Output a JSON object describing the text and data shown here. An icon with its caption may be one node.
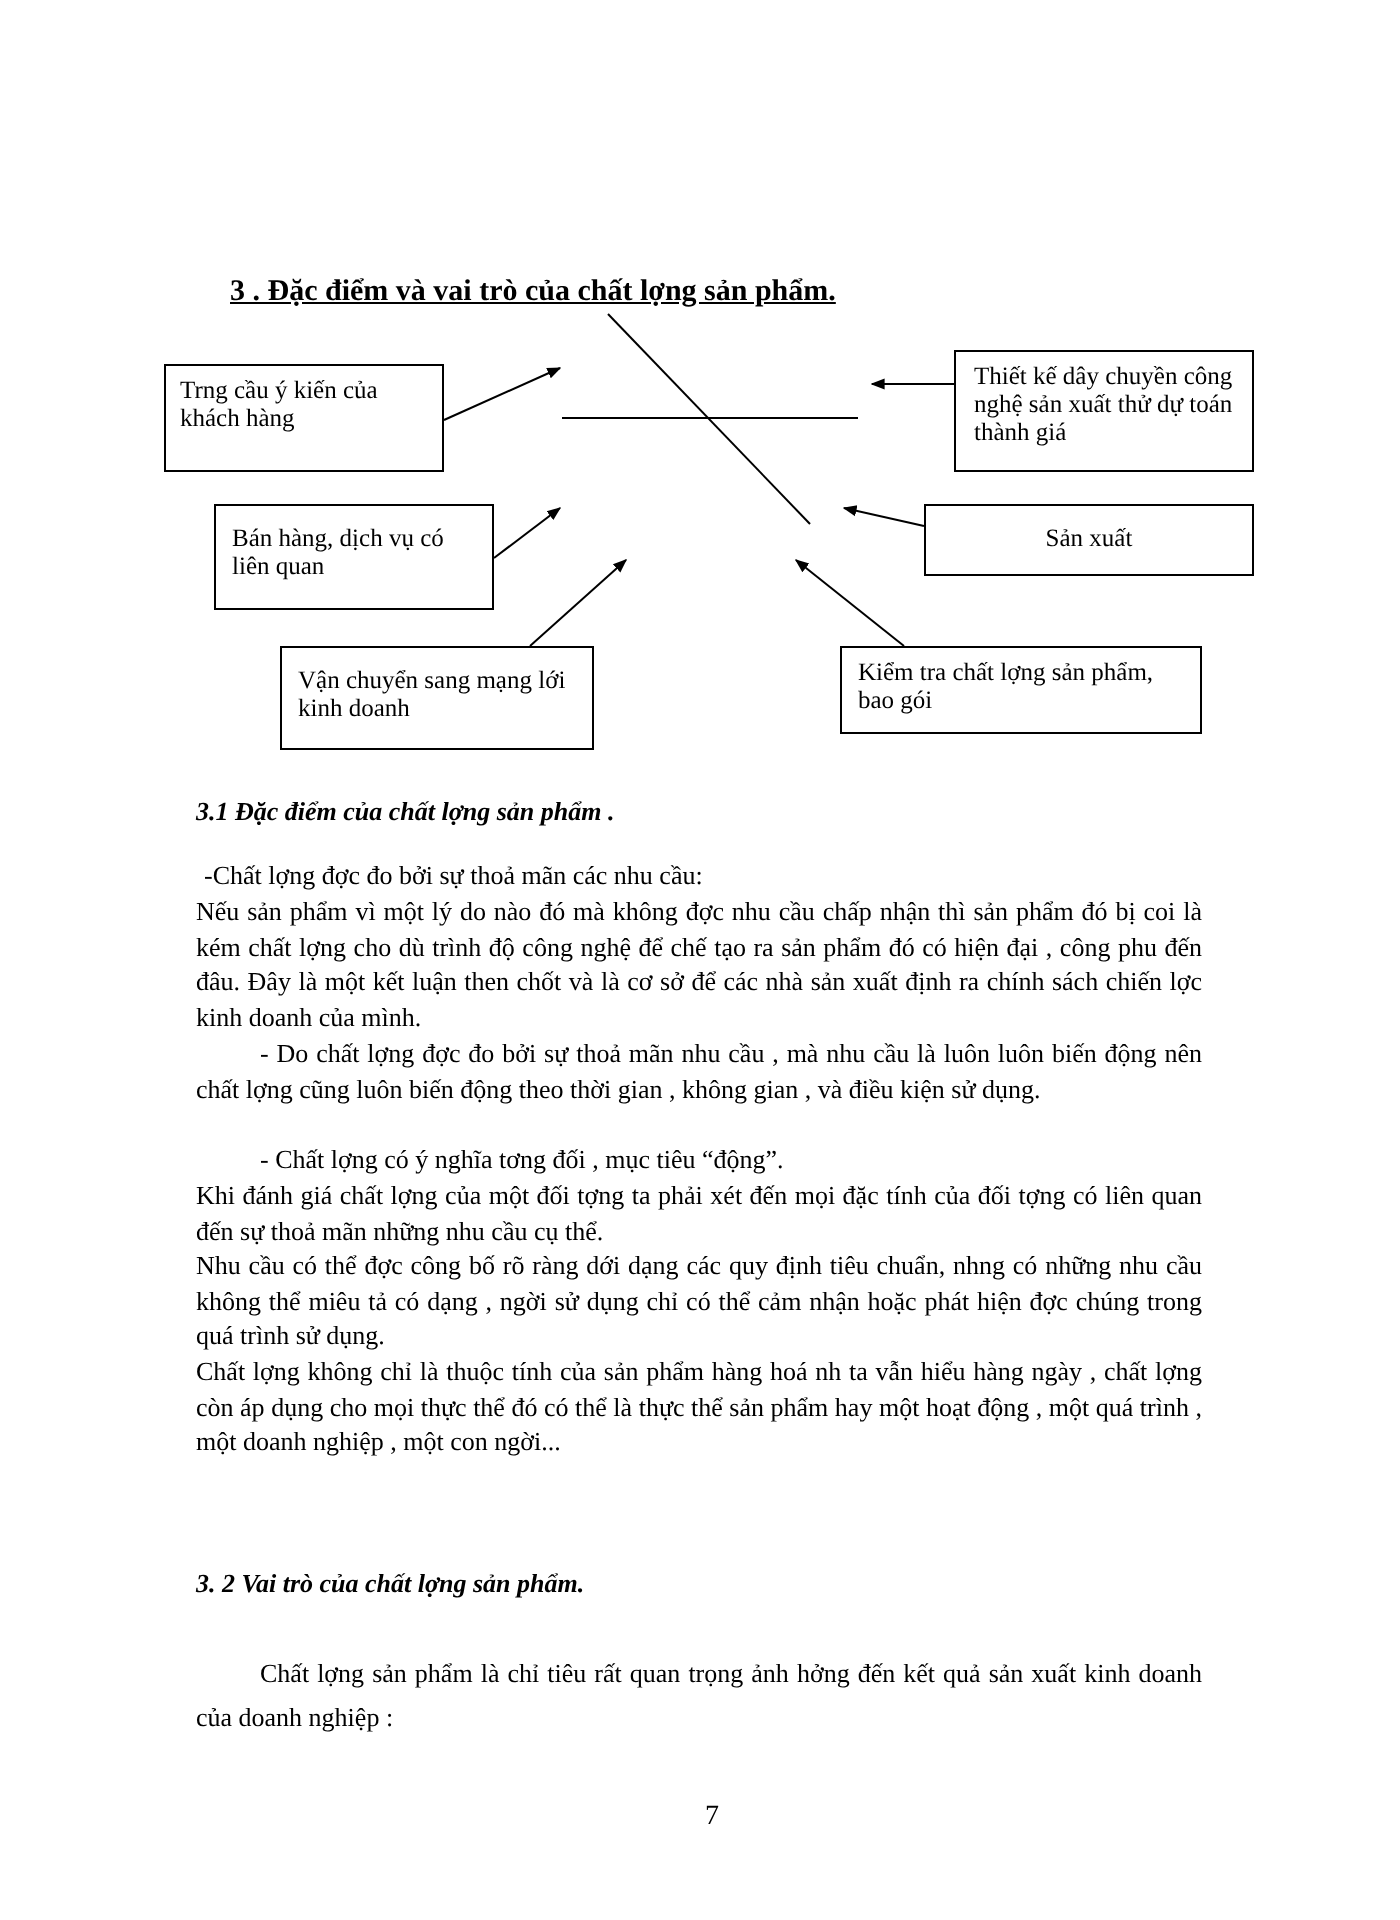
{
  "diagram": {
    "title": "3 . Đặc điểm và vai trò của chất lợng sản phẩm.",
    "nodes": [
      {
        "text": [
          "Trng cầu ý kiến của khách hàng"
        ]
      },
      {
        "text": [
          "Thiết kế dây chuyền công nghệ sản xuất thử dự toán thành giá"
        ]
      },
      {
        "text": [
          "Bán hàng, dịch vụ có liên quan"
        ]
      },
      {
        "text": [
          "Sản xuất"
        ]
      },
      {
        "text": [
          "Vận chuyển sang mạng lới kinh doanh"
        ]
      },
      {
        "text": [
          "Kiểm tra chất lợng sản phẩm, bao gói"
        ]
      }
    ],
    "edges": [
      {
        "from": 0,
        "to": null,
        "arrow": "to"
      },
      {
        "from": 1,
        "to": null,
        "arrow": "to"
      },
      {
        "from": 2,
        "to": null,
        "arrow": "to"
      },
      {
        "from": 3,
        "to": null,
        "arrow": "to"
      },
      {
        "from": 4,
        "to": null,
        "arrow": "to"
      },
      {
        "from": 5,
        "to": null,
        "arrow": "to"
      }
    ],
    "labels": [
      "3.1 Đặc điểm của chất lợng sản phẩm .",
      "-Chất lợng đợc đo bởi sự thoả mãn các nhu cầu:",
      "Nếu sản phẩm vì một lý do nào đó mà không đợc nhu cầu chấp nhận thì sản phẩm đó bị coi là kém chất lợng cho dù trình độ công nghệ để chế tạo ra sản phẩm đó có hiện đại , công phu đến đâu. Đây là một kết luận then chốt và là cơ sở để các nhà sản xuất định ra chính sách chiến lợc kinh doanh của mình.",
      "- Do chất lợng đợc đo bởi sự thoả mãn nhu cầu , mà nhu cầu là luôn luôn biến động nên chất lợng cũng luôn biến động theo thời gian , không gian , và điều kiện sử dụng.",
      "- Chất lợng có ý nghĩa tơng đối , mục tiêu “động”.",
      "Khi đánh giá chất lợng của một đối tợng ta phải xét đến mọi đặc tính của đối tợng có liên quan đến sự thoả mãn những nhu cầu cụ thể.",
      "Nhu cầu có thể đợc công bố rõ ràng dới dạng các quy định tiêu chuẩn, nhng có những nhu cầu không thể miêu tả có dạng , ngời sử dụng chỉ có thể cảm nhận hoặc phát hiện đợc chúng trong quá trình sử dụng.",
      "Chất lợng không chỉ là thuộc tính của sản phẩm hàng hoá nh ta vẫn hiểu hàng ngày , chất lợng còn áp dụng cho mọi thực thể đó có thể là thực thể sản phẩm hay một hoạt động , một quá trình , một doanh nghiệp , một con ngời...",
      "3. 2 Vai trò của chất lợng sản phẩm.",
      "Chất lợng sản phẩm là chỉ tiêu rất quan trọng ảnh hởng đến kết quả sản xuất kinh doanh của doanh nghiệp :",
      "7"
    ]
  }
}
